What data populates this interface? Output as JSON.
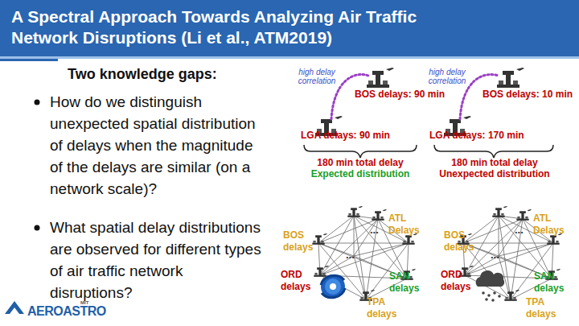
{
  "diagram": {
    "title": "A Spectral Approach Towards Analyzing Air Traffic Network Disruptions (Li et al., ATM2019)",
    "labels": [
      "Two knowledge gaps:",
      "How do we distinguish unexpected spatial distribution of delays when the magnitude of the delays are similar (on a network scale)?",
      "What spatial delay distributions are observed for different types of air traffic network disruptions?",
      "high delay correlation",
      "BOS delays: 90 min",
      "LGA delays: 90 min",
      "180 min total delay",
      "Expected distribution",
      "high delay correlation",
      "BOS delays: 10 min",
      "LGA delays: 170 min",
      "180 min total delay",
      "Unexpected distribution",
      "ATL Delays",
      "BOS delays",
      "...",
      "...",
      "ORD delays",
      "SAN delays",
      "TPA delays",
      "ATL Delays",
      "BOS delays",
      "...",
      "...",
      "ORD delays",
      "SAN delays",
      "TPA delays",
      "MIT",
      "AEROASTRO"
    ]
  }
}
